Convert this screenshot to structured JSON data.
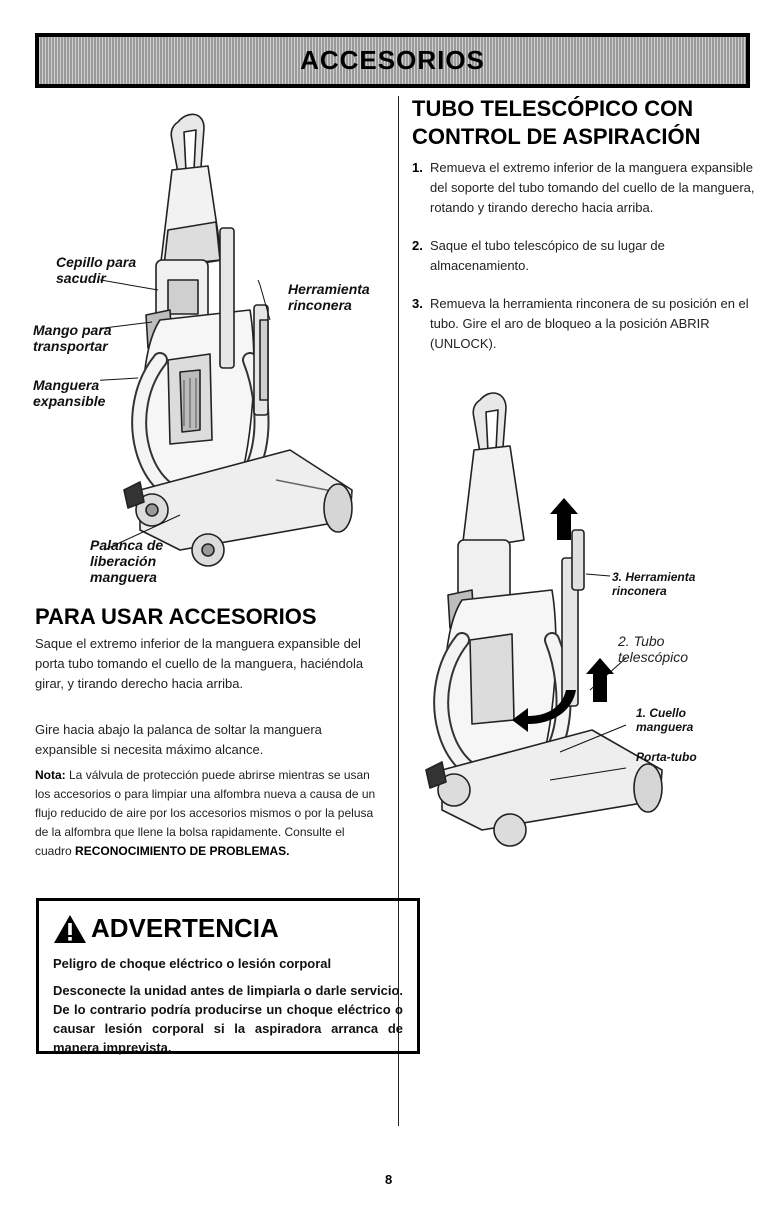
{
  "header": {
    "title": "ACCESORIOS"
  },
  "left": {
    "figure_labels": {
      "duster": "Cepillo para sacudir",
      "crevice": "Herramienta rinconera",
      "handle": "Mango para transportar",
      "hose": "Manguera expansible",
      "release": "Palanca de liberación manguera"
    },
    "heading": "PARA USAR ACCESORIOS",
    "para1": "Saque el extremo inferior de la manguera expansible del porta tubo tomando el cuello de la manguera, haciéndola girar, y tirando derecho hacia arriba.",
    "para2": "Gire hacia abajo la palanca de soltar la manguera expansible si necesita máximo alcance.",
    "note_label": "Nota:",
    "note_text": " La válvula de protección puede abrirse mientras se usan los accesorios o para limpiar una alfombra nueva a causa de un flujo reducido de aire por los accesorios mismos o por la pelusa de la alfombra que llene la bolsa rapidamente. Consulte el cuadro ",
    "note_ref": "RECONOCIMIENTO DE PROBLEMAS.",
    "warning": {
      "title": "ADVERTENCIA",
      "line1": "Peligro de choque eléctrico o lesión corporal",
      "line2": "Desconecte la unidad antes de limpiarla o darle servicio. De lo contrario podría producirse un choque eléctrico o causar lesión corporal si la aspiradora arranca de manera imprevista."
    }
  },
  "right": {
    "heading": "TUBO TELESCÓPICO CON CONTROL DE ASPIRACIÓN",
    "steps": [
      {
        "num": "1.",
        "text": "Remueva el extremo inferior de la manguera expansible del soporte del tubo tomando del cuello de la manguera, rotando y tirando derecho hacia arriba."
      },
      {
        "num": "2.",
        "text": "Saque el tubo telescópico de su lugar de almacenamiento."
      },
      {
        "num": "3.",
        "text": "Remueva la herramienta rinconera de su posición en el tubo. Gire el aro de bloqueo a la posición ABRIR (UNLOCK)."
      }
    ],
    "figure_labels": {
      "crevice": "3. Herramienta rinconera",
      "tube": "2. Tubo telescópico",
      "neck": "1. Cuello manguera",
      "holder": "Porta-tubo"
    }
  },
  "page_number": "8"
}
